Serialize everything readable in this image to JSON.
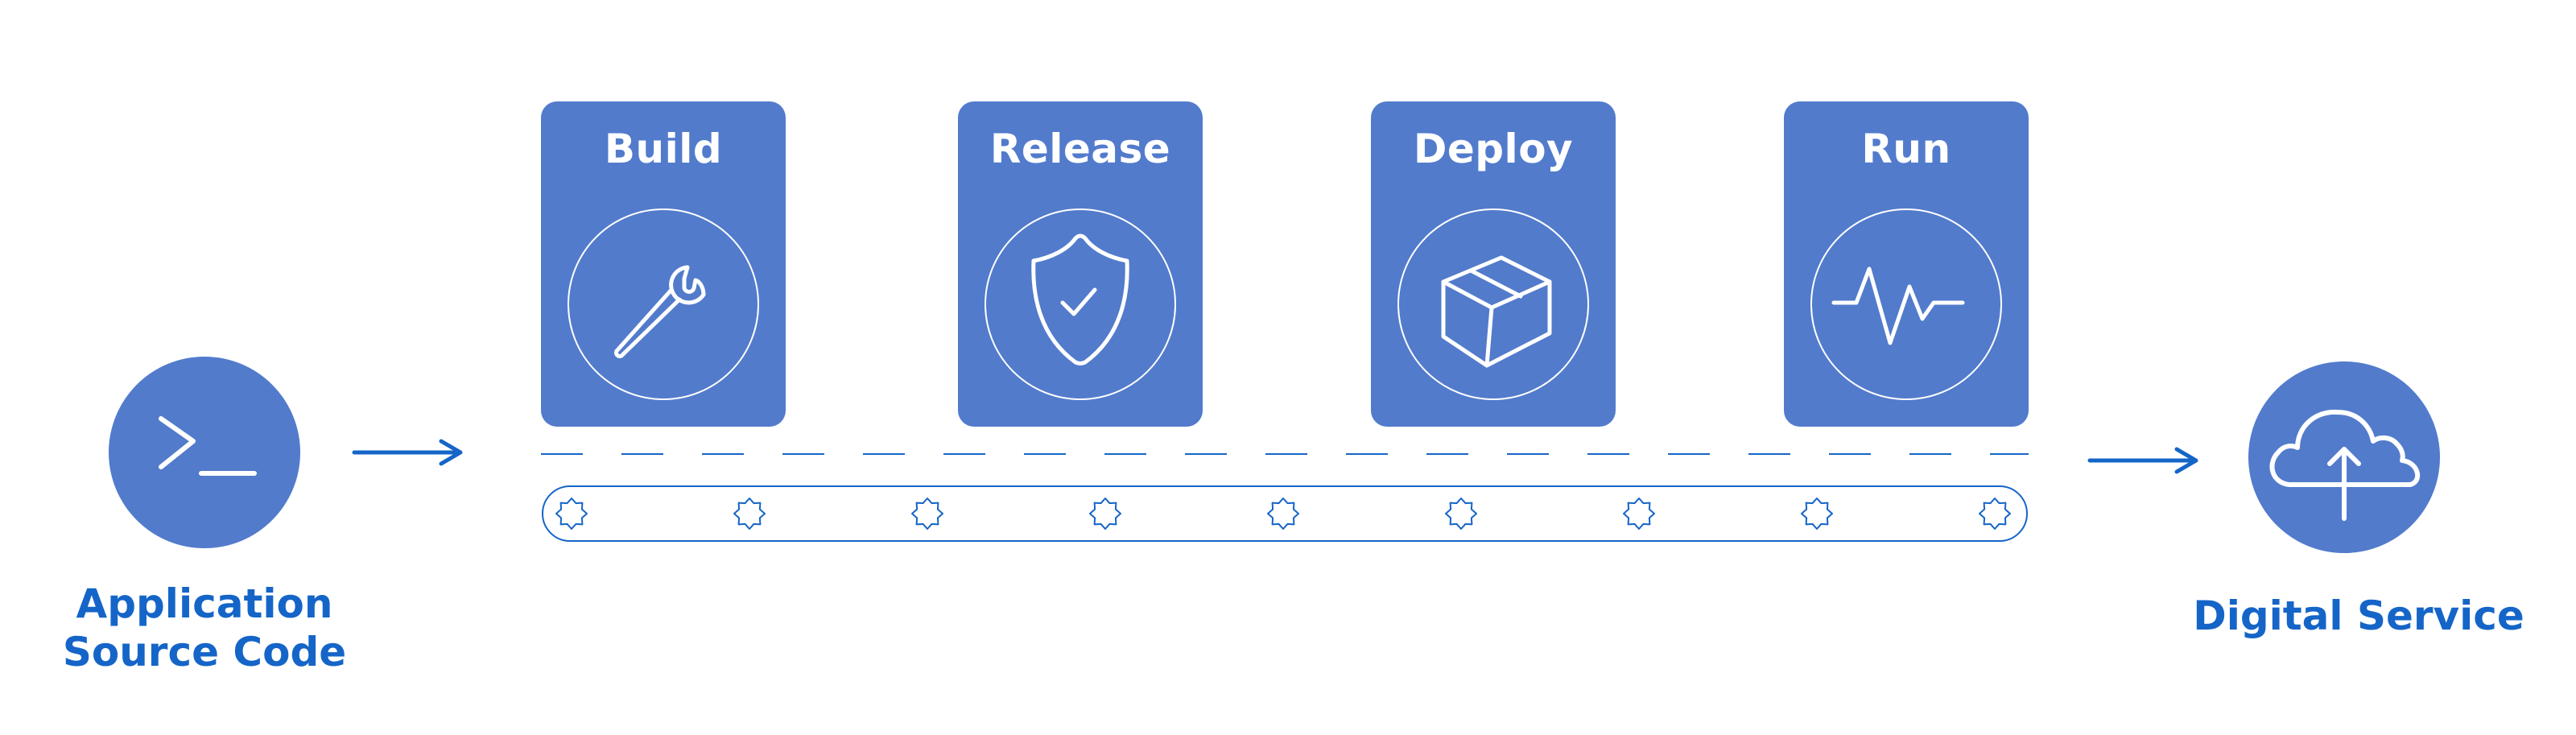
{
  "stages": [
    {
      "title": "Build",
      "icon": "wrench-icon"
    },
    {
      "title": "Release",
      "icon": "shield-check-icon"
    },
    {
      "title": "Deploy",
      "icon": "package-box-icon"
    },
    {
      "title": "Run",
      "icon": "pulse-activity-icon"
    }
  ],
  "source": {
    "label_line1": "Application",
    "label_line2": "Source Code",
    "icon": "terminal-prompt-icon"
  },
  "destination": {
    "label": "Digital Service",
    "icon": "cloud-upload-icon"
  },
  "colors": {
    "card_fill": "#527bcc",
    "accent_blue": "#1565c8",
    "line_white": "#ffffff"
  }
}
